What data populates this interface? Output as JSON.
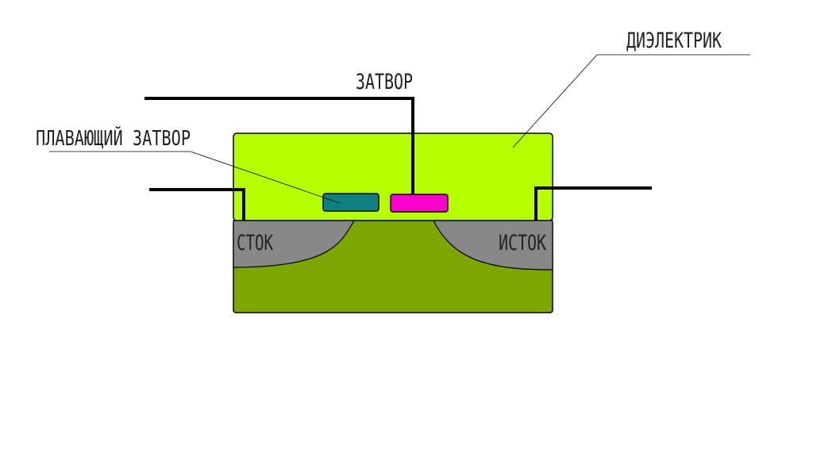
{
  "labels": {
    "dielectric": "ДИЭЛЕКТРИК",
    "gate": "ЗАТВОР",
    "floating_gate": "ПЛАВАЮЩИЙ ЗАТВОР",
    "drain": "СТОК",
    "source": "ИСТОК"
  },
  "colors": {
    "dielectric": "#b5ff00",
    "substrate": "#7ca600",
    "doped_region": "#888888",
    "floating_gate": "#0e8080",
    "control_gate": "#ff00cc",
    "wire": "#000000",
    "leader": "#000000",
    "background": "#ffffff"
  }
}
